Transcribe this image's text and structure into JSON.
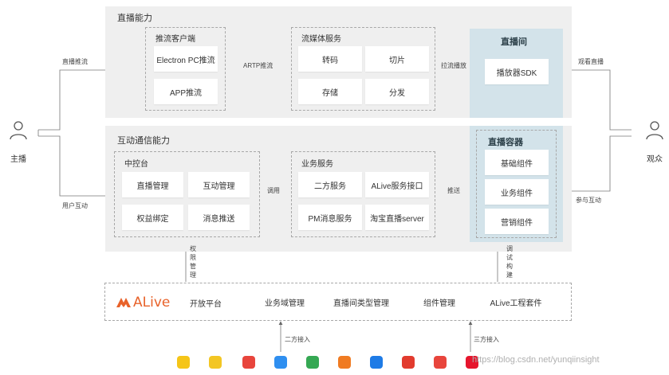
{
  "live": {
    "title": "直播能力",
    "push_client": {
      "title": "推流客户端",
      "items": [
        "Electron PC推流",
        "APP推流"
      ]
    },
    "media_service": {
      "title": "流媒体服务",
      "items": [
        "转码",
        "切片",
        "存储",
        "分发"
      ]
    },
    "live_room": {
      "title": "直播间",
      "player": "播放器SDK"
    }
  },
  "interact": {
    "title": "互动通信能力",
    "console": {
      "title": "中控台",
      "items": [
        "直播管理",
        "互动管理",
        "权益绑定",
        "消息推送"
      ]
    },
    "business": {
      "title": "业务服务",
      "items": [
        "二方服务",
        "ALive服务接口",
        "PM消息服务",
        "淘宝直播server"
      ]
    },
    "container": {
      "title": "直播容器",
      "items": [
        "基础组件",
        "业务组件",
        "营销组件"
      ]
    }
  },
  "platform": {
    "logo": "ALive",
    "name": "开放平台",
    "items": [
      "业务域管理",
      "直播间类型管理",
      "组件管理",
      "ALive工程套件"
    ]
  },
  "actors": {
    "anchor": "主播",
    "audience": "观众"
  },
  "edges": {
    "live_push": "直播推流",
    "user_interact": "用户互动",
    "artp": "ARTP推流",
    "pull_play": "拉流播放",
    "watch": "观看直播",
    "call": "调用",
    "push": "推送",
    "participate": "参与互动",
    "rights": "权限管理",
    "debug": "调试构建",
    "second_party": "二方接入",
    "third_party": "三方接入"
  },
  "apps": [
    {
      "icon": "yellow-app-icon",
      "color": "#f5c518"
    },
    {
      "icon": "yellow-face-app-icon",
      "color": "#f3c623"
    },
    {
      "icon": "red-heart-app-icon",
      "color": "#e8453c"
    },
    {
      "icon": "blue-app-icon",
      "color": "#2f8ff0"
    },
    {
      "icon": "map-app-icon",
      "color": "#35a853"
    },
    {
      "icon": "orange-app-icon",
      "color": "#f07b22"
    },
    {
      "icon": "blue-text-app-icon",
      "color": "#1e7be6"
    },
    {
      "icon": "red-car-app-icon",
      "color": "#e23b2e"
    },
    {
      "icon": "red-app-icon",
      "color": "#e8453c"
    },
    {
      "icon": "weibo-app-icon",
      "color": "#e6162d"
    }
  ],
  "watermark": "https://blog.csdn.net/yunqiinsight",
  "colors": {
    "panel": "#efefef",
    "blue_panel": "#d3e3ea",
    "accent": "#e8622a"
  }
}
